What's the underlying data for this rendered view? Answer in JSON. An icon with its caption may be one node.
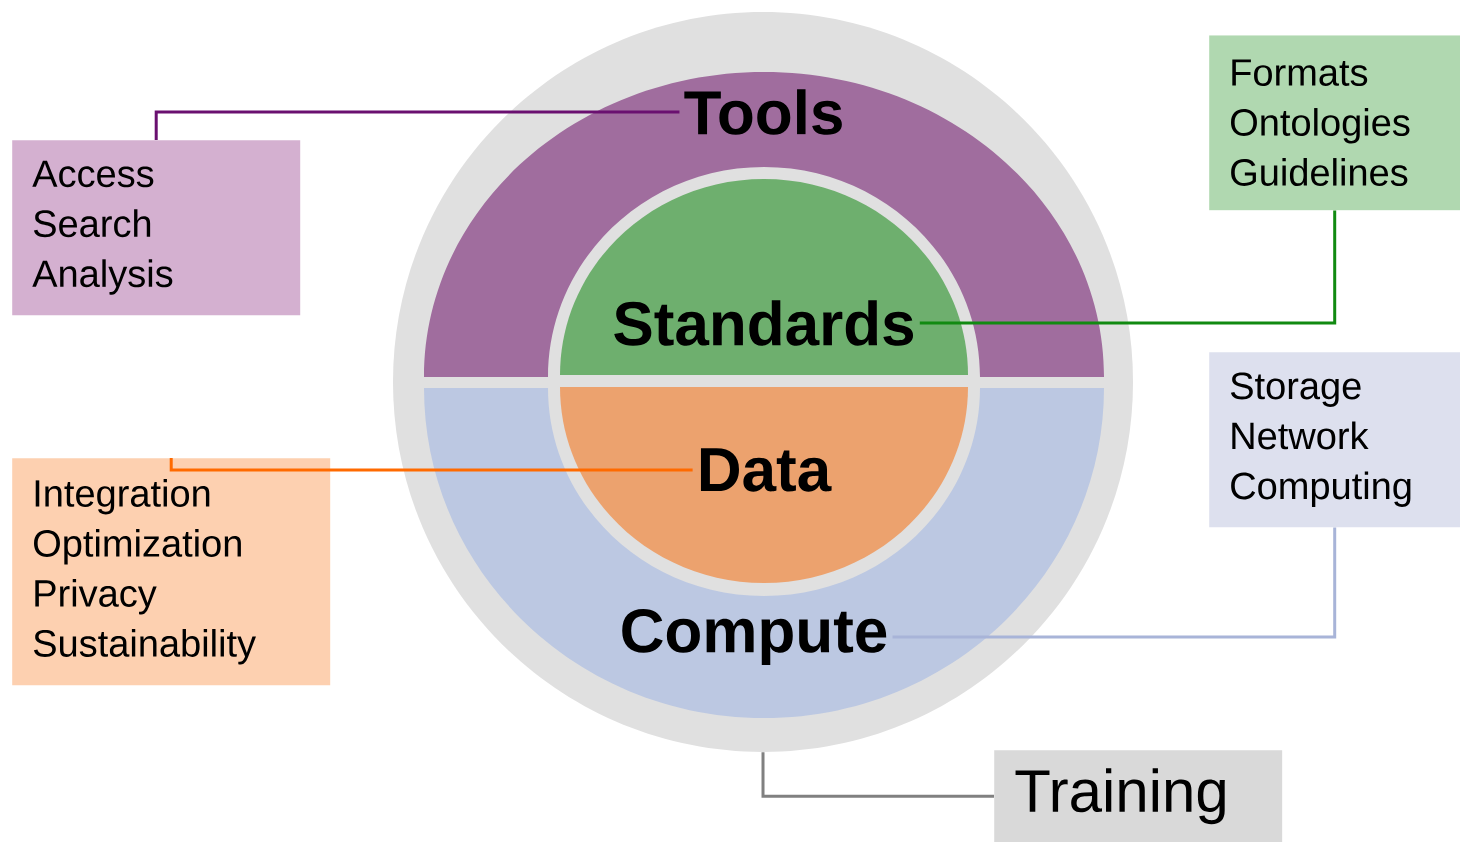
{
  "diagram": {
    "nodes": [
      {
        "text": [],
        "shape": "circle"
      },
      {
        "text": [
          "Tools"
        ],
        "in": 0
      },
      {
        "text": [
          "Standards"
        ],
        "in": 0
      },
      {
        "text": [
          "Data"
        ],
        "in": 0
      },
      {
        "text": [
          "Compute"
        ],
        "in": 0
      },
      {
        "text": [
          "Access",
          "Search",
          "Analysis"
        ]
      },
      {
        "text": [
          "Formats",
          "Ontologies",
          "Guidelines"
        ]
      },
      {
        "text": [
          "Integration",
          "Optimization",
          "Privacy",
          "Sustainability"
        ]
      },
      {
        "text": [
          "Storage",
          "Network",
          "Computing"
        ]
      },
      {
        "text": [
          "Training"
        ]
      }
    ],
    "edges": [
      {
        "from": 1,
        "to": 5,
        "arrow": "none",
        "color": "#6a1070"
      },
      {
        "from": 2,
        "to": 6,
        "arrow": "none",
        "color": "#118a11"
      },
      {
        "from": 3,
        "to": 7,
        "arrow": "none",
        "color": "#ff6a00"
      },
      {
        "from": 4,
        "to": 8,
        "arrow": "none",
        "color": "#a8b4d8"
      },
      {
        "from": 0,
        "to": 9,
        "arrow": "none",
        "color": "#808080"
      }
    ]
  }
}
